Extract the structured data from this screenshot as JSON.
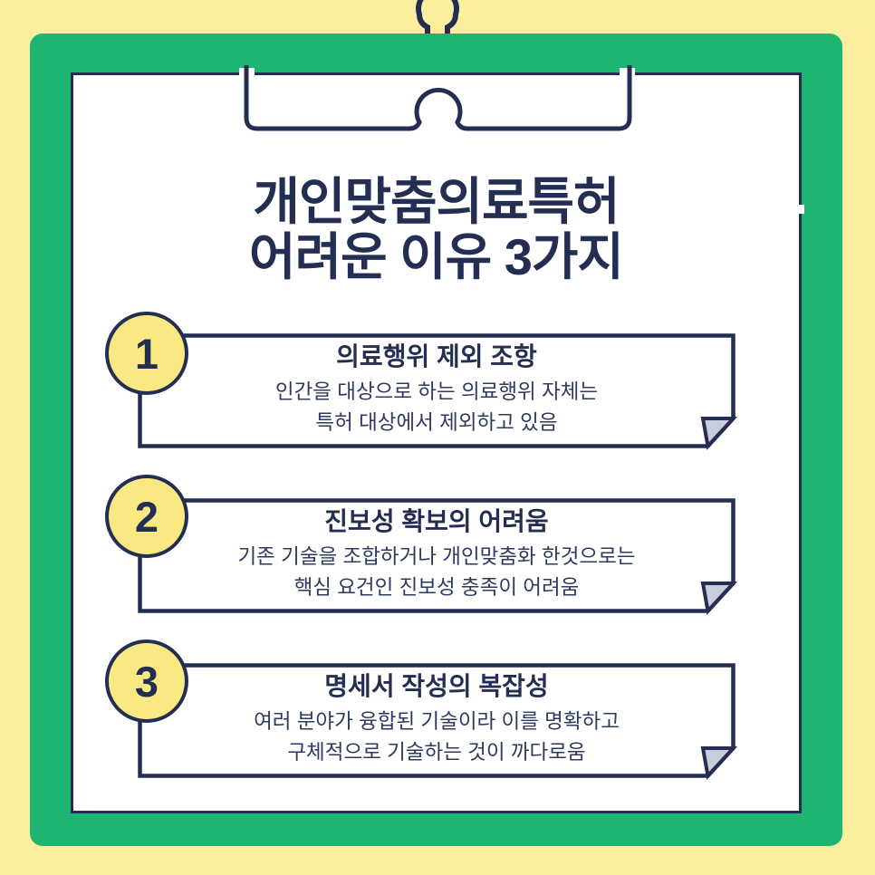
{
  "theme": {
    "bg": "#FBEE9F",
    "green": "#1EB471",
    "navy": "#232E52",
    "body_navy": "#2E3A5F",
    "paper": "#FFFFFF",
    "badge_yellow": "#FAE983",
    "fold_gray": "#C7CDDA"
  },
  "icons": {
    "clip_ring": "binder-ring outline at top of clipboard",
    "clip_bar": "clip bar with center bump over paper top",
    "folded_corner": "gray dog-ear fold at card bottom-right"
  },
  "title": {
    "line1": "개인맞춤의료특허",
    "line2": "어려운 이유 3가지"
  },
  "cards": [
    {
      "number": "1",
      "heading": "의료행위 제외 조항",
      "body_line1": "인간을 대상으로 하는 의료행위 자체는",
      "body_line2": "특허 대상에서 제외하고 있음"
    },
    {
      "number": "2",
      "heading": "진보성 확보의 어려움",
      "body_line1": "기존 기술을 조합하거나 개인맞춤화 한것으로는",
      "body_line2": "핵심 요건인 진보성 충족이 어려움"
    },
    {
      "number": "3",
      "heading": "명세서 작성의 복잡성",
      "body_line1": "여러 분야가 융합된 기술이라 이를 명확하고",
      "body_line2": "구체적으로 기술하는 것이 까다로움"
    }
  ]
}
